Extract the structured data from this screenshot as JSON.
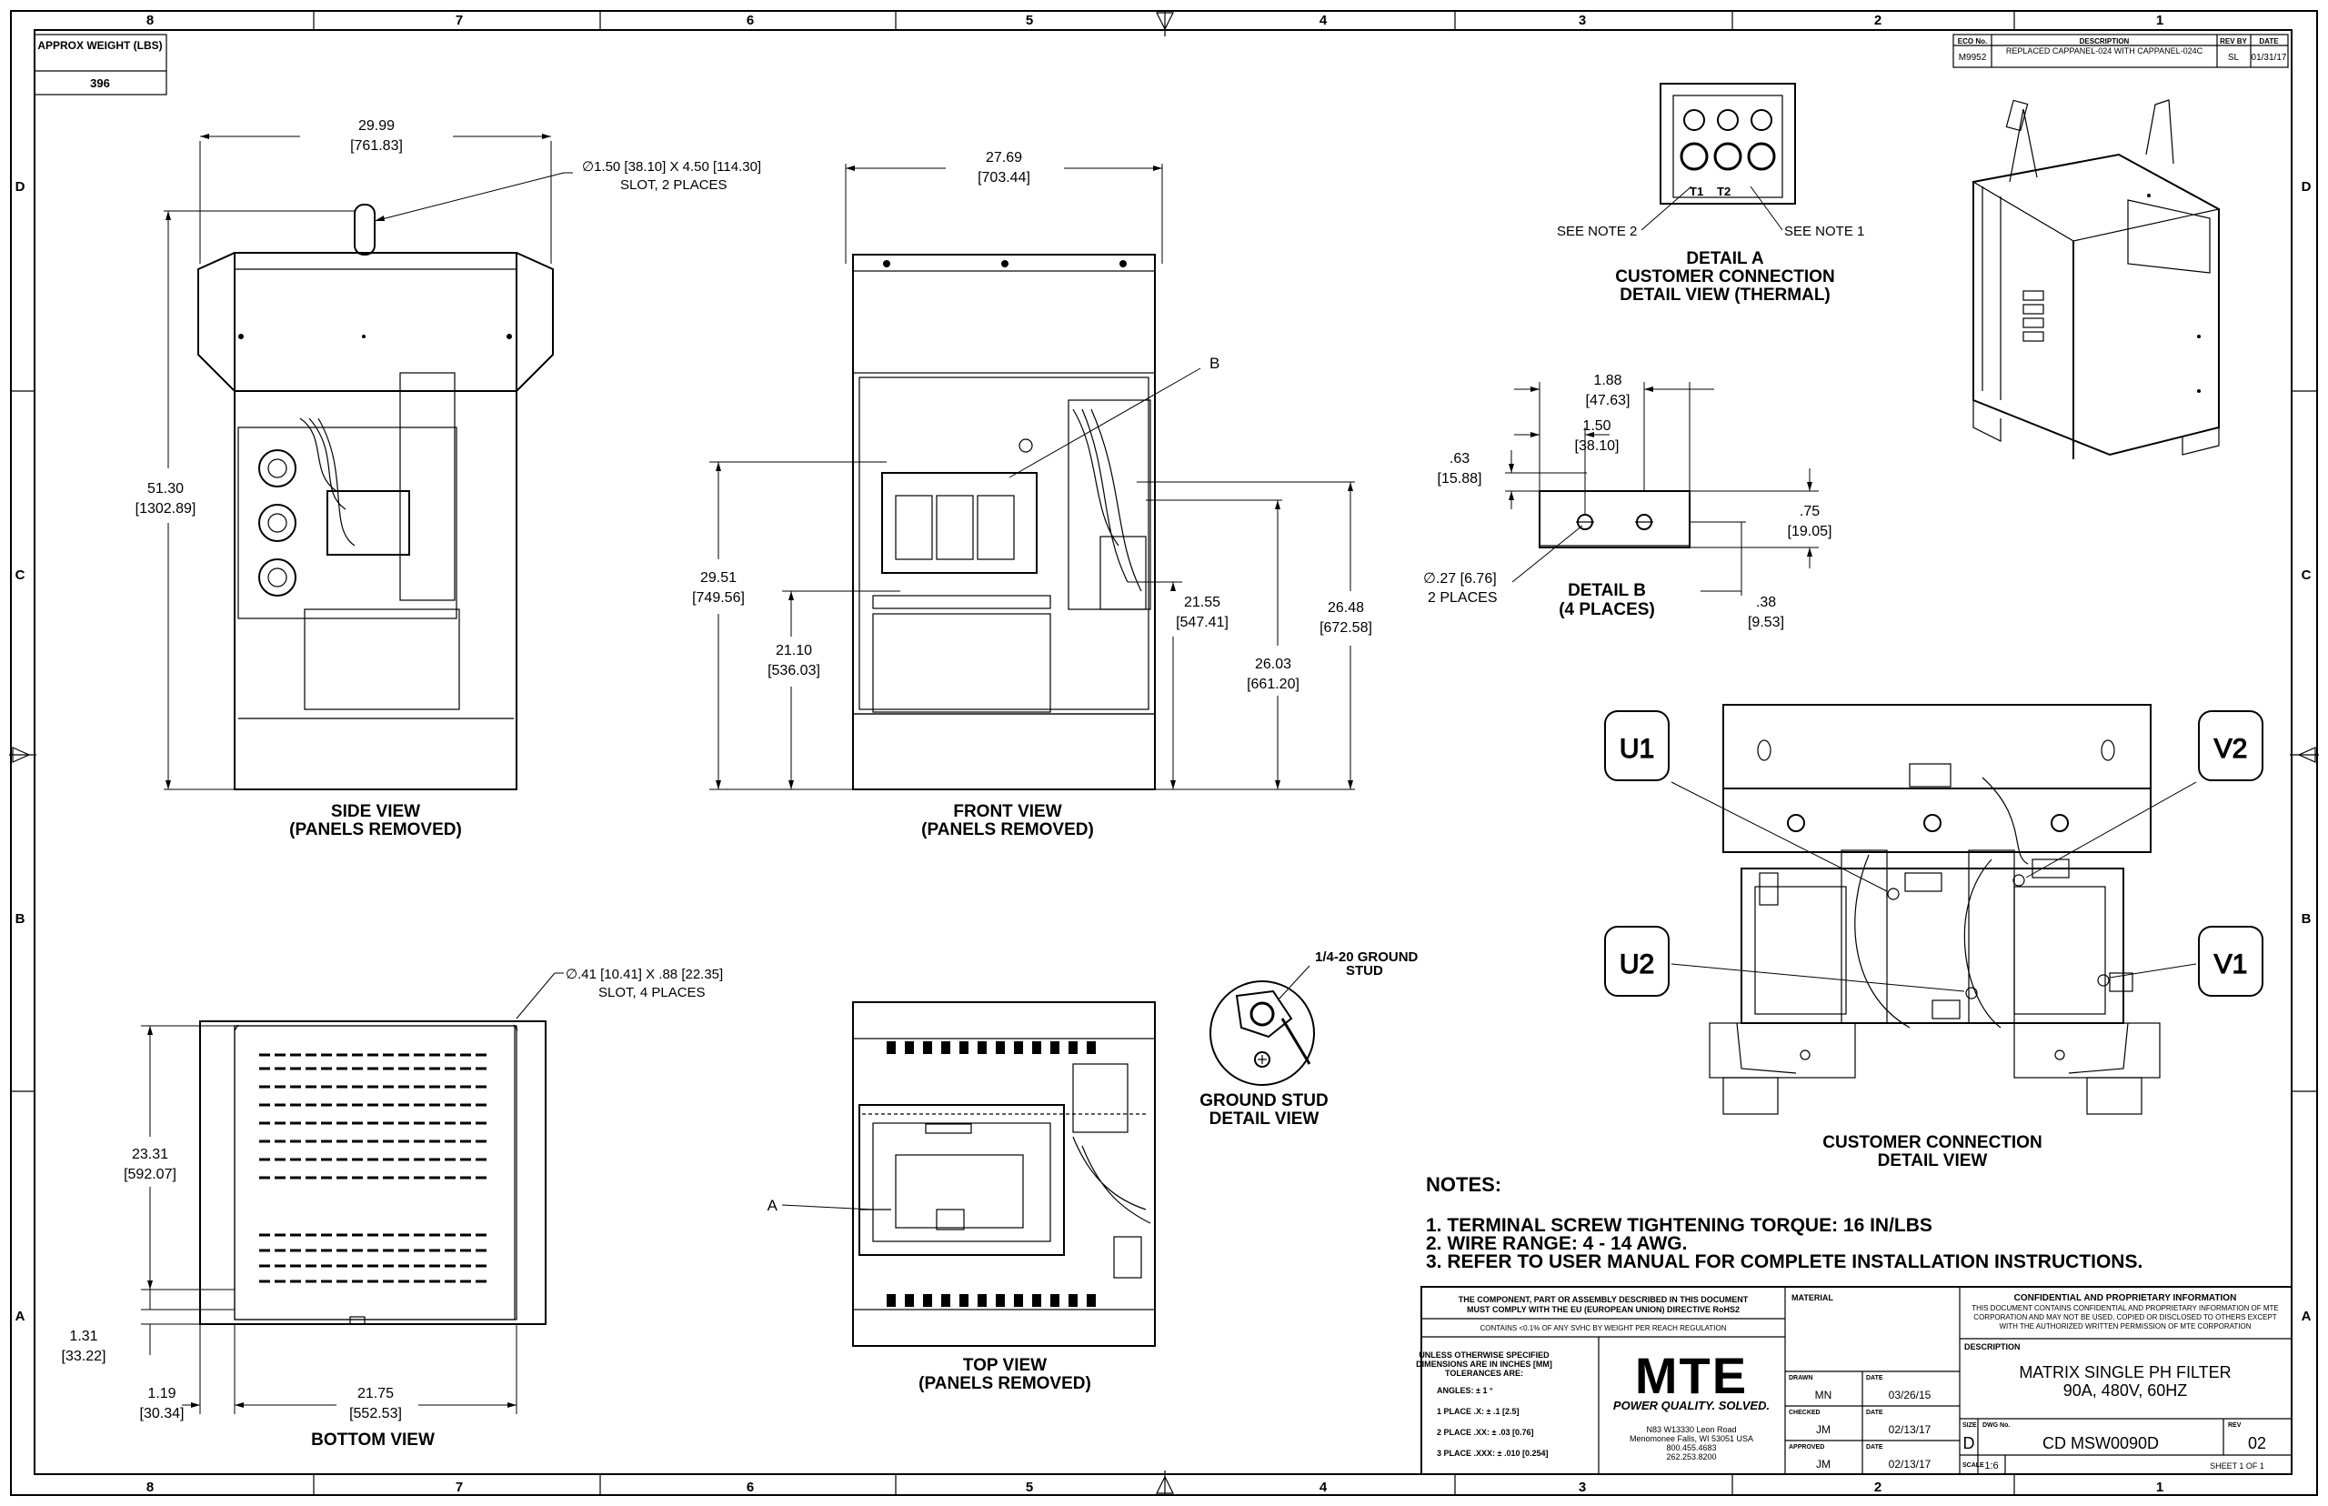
{
  "zones": {
    "columns": [
      "8",
      "7",
      "6",
      "5",
      "4",
      "3",
      "2",
      "1"
    ],
    "rows": [
      "D",
      "C",
      "B",
      "A"
    ]
  },
  "weight": {
    "label": "APPROX WEIGHT (LBS)",
    "value": "396"
  },
  "eco": {
    "headers": [
      "ECO No.",
      "DESCRIPTION",
      "REV BY",
      "DATE"
    ],
    "eco_no": "M9952",
    "description": "REPLACED CAPPANEL-024 WITH CAPPANEL-024C",
    "rev_by": "SL",
    "date": "01/31/17"
  },
  "side_view": {
    "title": "SIDE VIEW",
    "subtitle": "(PANELS REMOVED)",
    "width_in": "29.99",
    "width_mm": "[761.83]",
    "height_in": "51.30",
    "height_mm": "[1302.89]",
    "slot_note_1": "∅1.50 [38.10] X 4.50 [114.30]",
    "slot_note_2": "SLOT, 2 PLACES"
  },
  "front_view": {
    "title": "FRONT VIEW",
    "subtitle": "(PANELS REMOVED)",
    "width_in": "27.69",
    "width_mm": "[703.44]",
    "h1_in": "29.51",
    "h1_mm": "[749.56]",
    "h2_in": "21.10",
    "h2_mm": "[536.03]",
    "h3_in": "21.55",
    "h3_mm": "[547.41]",
    "h4_in": "26.03",
    "h4_mm": "[661.20]",
    "h5_in": "26.48",
    "h5_mm": "[672.58]",
    "callout": "B"
  },
  "detail_a": {
    "title_1": "DETAIL A",
    "title_2": "CUSTOMER CONNECTION",
    "title_3": "DETAIL VIEW (THERMAL)",
    "t1": "T1",
    "t2": "T2",
    "note_left": "SEE NOTE 2",
    "note_right": "SEE NOTE 1"
  },
  "detail_b": {
    "title_1": "DETAIL B",
    "title_2": "(4 PLACES)",
    "d1_in": "1.88",
    "d1_mm": "[47.63]",
    "d2_in": "1.50",
    "d2_mm": "[38.10]",
    "d3_in": ".63",
    "d3_mm": "[15.88]",
    "d4_in": ".75",
    "d4_mm": "[19.05]",
    "d5_in": ".38",
    "d5_mm": "[9.53]",
    "hole_1": "∅.27 [6.76]",
    "hole_2": "2 PLACES"
  },
  "customer_connection": {
    "title_1": "CUSTOMER CONNECTION",
    "title_2": "DETAIL VIEW",
    "u1": "U1",
    "u2": "U2",
    "v1": "V1",
    "v2": "V2"
  },
  "bottom_view": {
    "title": "BOTTOM VIEW",
    "slot_note_1": "∅.41 [10.41] X .88 [22.35]",
    "slot_note_2": "SLOT, 4 PLACES",
    "depth_in": "23.31",
    "depth_mm": "[592.07]",
    "edge_in": "1.31",
    "edge_mm": "[33.22]",
    "left_in": "1.19",
    "left_mm": "[30.34]",
    "span_in": "21.75",
    "span_mm": "[552.53]"
  },
  "top_view": {
    "title": "TOP VIEW",
    "subtitle": "(PANELS REMOVED)",
    "callout": "A"
  },
  "ground_stud": {
    "label_1": "1/4-20 GROUND",
    "label_2": "STUD",
    "title_1": "GROUND STUD",
    "title_2": "DETAIL VIEW"
  },
  "notes": {
    "heading": "NOTES:",
    "items": [
      "1.  TERMINAL SCREW TIGHTENING TORQUE: 16 IN/LBS",
      "2.  WIRE RANGE: 4 - 14 AWG.",
      "3.  REFER TO USER MANUAL FOR COMPLETE INSTALLATION INSTRUCTIONS."
    ]
  },
  "title_block": {
    "rohs_1": "THE COMPONENT, PART OR ASSEMBLY DESCRIBED IN THIS DOCUMENT",
    "rohs_2": "MUST COMPLY WITH THE EU (EUROPEAN UNION) DIRECTIVE RoHS2",
    "reach": "CONTAINS <0.1% OF ANY SVHC BY WEIGHT PER REACH REGULATION",
    "tol_1": "UNLESS OTHERWISE SPECIFIED",
    "tol_2": "DIMENSIONS ARE IN INCHES [MM]",
    "tol_3": "TOLERANCES ARE:",
    "tol_angles": "ANGLES: ± 1 °",
    "tol_1place": "1 PLACE .X: ± .1 [2.5]",
    "tol_2place": "2 PLACE .XX: ± .03 [0.76]",
    "tol_3place": "3 PLACE .XXX: ± .010 [0.254]",
    "logo": "MTE",
    "tagline": "POWER QUALITY. SOLVED.",
    "addr_1": "N83 W13330 Leon Road",
    "addr_2": "Menomonee Falls, WI 53051 USA",
    "addr_3": "800.455.4683",
    "addr_4": "262.253.8200",
    "material_label": "MATERIAL",
    "drawn_label": "DRAWN",
    "drawn_by": "MN",
    "checked_label": "CHECKED",
    "checked_by": "JM",
    "approved_label": "APPROVED",
    "approved_by": "JM",
    "date_label": "DATE",
    "drawn_date": "03/26/15",
    "checked_date": "02/13/17",
    "approved_date": "02/13/17",
    "conf_title": "CONFIDENTIAL AND PROPRIETARY INFORMATION",
    "conf_1": "THIS DOCUMENT CONTAINS CONFIDENTIAL AND PROPRIETARY INFORMATION OF MTE",
    "conf_2": "CORPORATION AND MAY NOT BE USED, COPIED OR DISCLOSED TO OTHERS EXCEPT",
    "conf_3": "WITH THE AUTHORIZED WRITTEN PERMISSION OF MTE CORPORATION",
    "desc_label": "DESCRIPTION",
    "desc_1": "MATRIX SINGLE PH FILTER",
    "desc_2": "90A, 480V, 60HZ",
    "size_label": "SIZE",
    "size": "D",
    "dwg_label": "DWG No.",
    "dwg": "CD MSW0090D",
    "rev_label": "REV",
    "rev": "02",
    "scale_label": "SCALE",
    "scale": "1:6",
    "sheet": "SHEET 1  OF 1"
  }
}
